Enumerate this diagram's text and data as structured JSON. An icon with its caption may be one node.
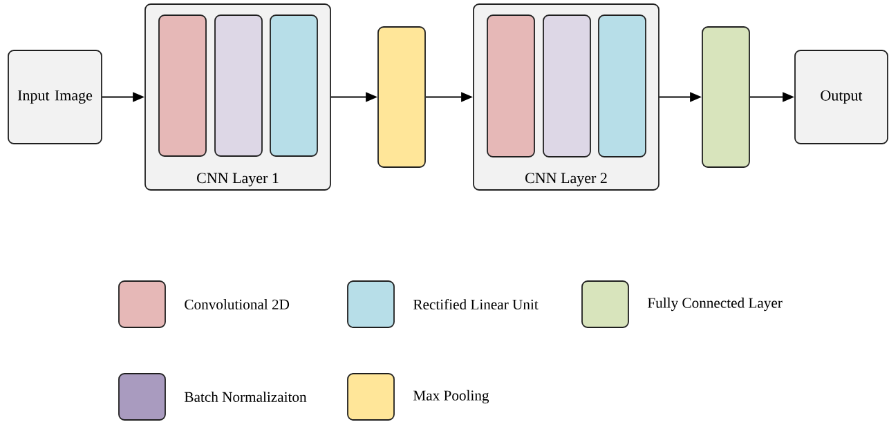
{
  "diagram": {
    "nodes": [
      {
        "text": [
          "Input Image"
        ]
      },
      {
        "text": [
          "CNN Layer 1"
        ]
      },
      {
        "text": [],
        "shape": "box",
        "in": 1
      },
      {
        "text": [],
        "shape": "box",
        "in": 1
      },
      {
        "text": [],
        "shape": "box",
        "in": 1
      },
      {
        "text": [],
        "shape": "box"
      },
      {
        "text": [
          "CNN Layer 2"
        ]
      },
      {
        "text": [],
        "shape": "box",
        "in": 6
      },
      {
        "text": [],
        "shape": "box",
        "in": 6
      },
      {
        "text": [],
        "shape": "box",
        "in": 6
      },
      {
        "text": [],
        "shape": "box"
      },
      {
        "text": [
          "Output"
        ]
      }
    ],
    "edges": [
      {
        "from": 0,
        "to": 1,
        "arrow": "to"
      },
      {
        "from": 1,
        "to": 5,
        "arrow": "to"
      },
      {
        "from": 5,
        "to": 6,
        "arrow": "to"
      },
      {
        "from": 6,
        "to": 10,
        "arrow": "to"
      },
      {
        "from": 10,
        "to": 11,
        "arrow": "to"
      }
    ],
    "legend": [
      {
        "text": "Convolutional 2D",
        "color": "#e6b8b7"
      },
      {
        "text": "Rectified Linear Unit",
        "color": "#b7dee8"
      },
      {
        "text": "Fully Connected Layer",
        "color": "#d8e4bc"
      },
      {
        "text": "Batch Normalizaiton",
        "color": "#a99bbf"
      },
      {
        "text": "Max Pooling",
        "color": "#ffe699"
      }
    ]
  }
}
